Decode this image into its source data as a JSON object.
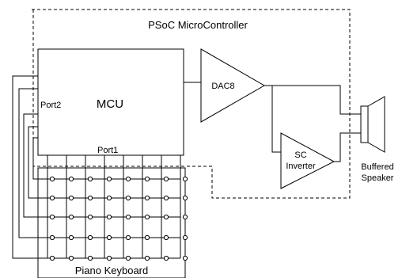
{
  "diagram": {
    "container_label": "PSoC MicroController",
    "mcu_label": "MCU",
    "port2_label": "Port2",
    "port1_label": "Port1",
    "dac_label": "DAC8",
    "inverter_label_line1": "SC",
    "inverter_label_line2": "Inverter",
    "speaker_label_line1": "Buffered",
    "speaker_label_line2": "Speaker",
    "keyboard_label": "Piano Keyboard"
  }
}
